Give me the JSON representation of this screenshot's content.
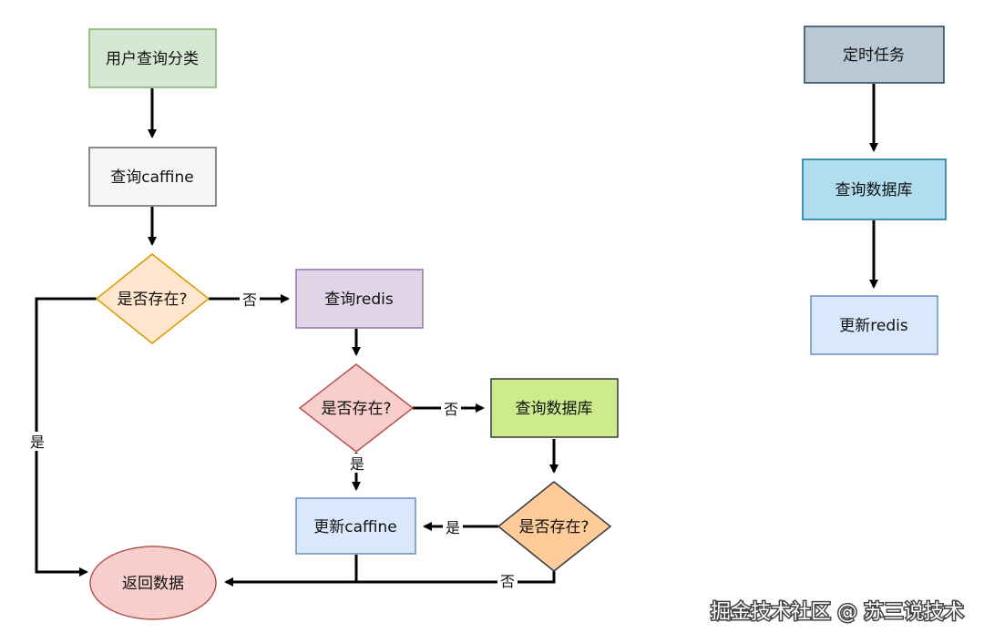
{
  "nodes": {
    "query_category": "用户查询分类",
    "query_caffine": "查询caffine",
    "decision1": "是否存在?",
    "query_redis": "查询redis",
    "decision2": "是否存在?",
    "query_db": "查询数据库",
    "update_caffine": "更新caffine",
    "decision3": "是否存在?",
    "return_data": "返回数据",
    "scheduled_task": "定时任务",
    "query_db_right": "查询数据库",
    "update_redis": "更新redis"
  },
  "edge_labels": {
    "d1_no": "否",
    "d1_yes": "是",
    "d2_no": "否",
    "d2_yes": "是",
    "d3_yes": "是",
    "d3_no": "否"
  },
  "watermark": "掘金技术社区 @ 苏三说技术",
  "colors": {
    "green_fill": "#d5e8d4",
    "green_stroke": "#82b366",
    "gray_fill": "#f5f5f5",
    "gray_stroke": "#666666",
    "orange_fill": "#ffe6cc",
    "orange_stroke": "#d79b00",
    "purple_fill": "#e1d5e7",
    "purple_stroke": "#9673a6",
    "pink_fill": "#f8cecc",
    "pink_stroke": "#b85450",
    "lime_fill": "#cdeb8b",
    "lime_stroke": "#36393d",
    "blue_fill": "#dae8fc",
    "blue_stroke": "#6c8ebf",
    "peach_fill": "#ffcc99",
    "peach_stroke": "#36393d",
    "slate_fill": "#bac8d3",
    "slate_stroke": "#23445d",
    "cyan_fill": "#b1ddf0",
    "cyan_stroke": "#10739e"
  }
}
